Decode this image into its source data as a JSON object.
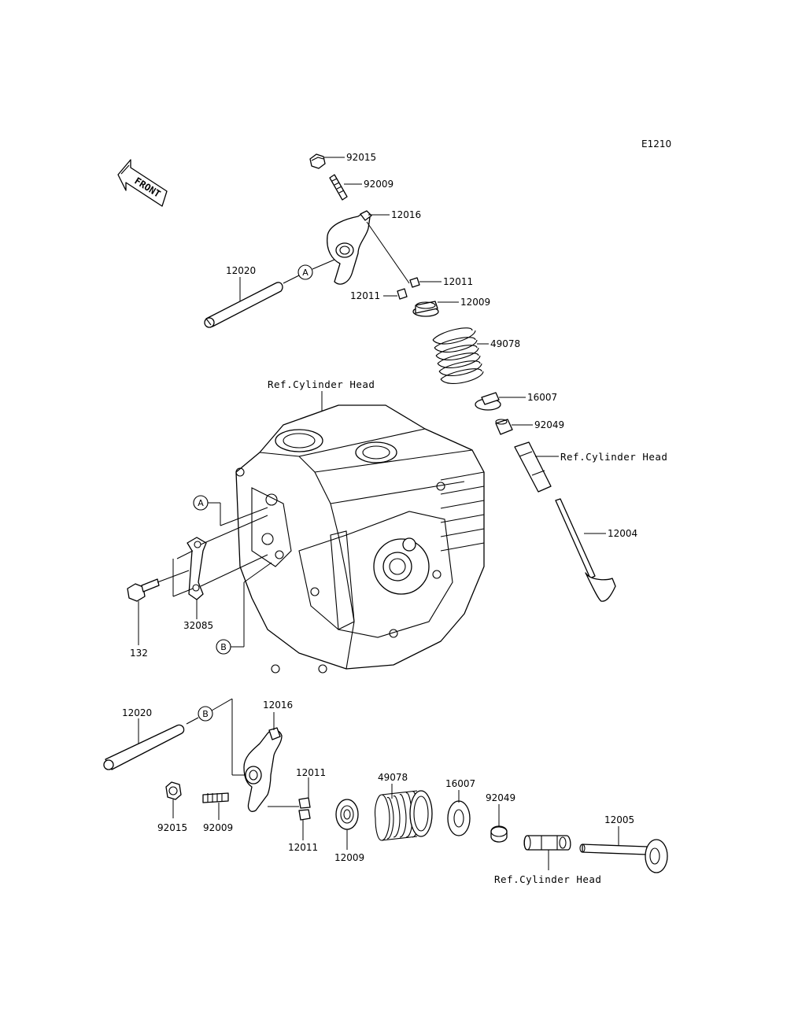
{
  "diagram_code": "E1210",
  "front_arrow_text": "FRONT",
  "callout_markers": {
    "a": "A",
    "b": "B"
  },
  "top_assembly": {
    "labels": {
      "p92015": "92015",
      "p92009": "92009",
      "p12016": "12016",
      "p12020": "12020",
      "p12011_right": "12011",
      "p12011_left": "12011",
      "p12009": "12009",
      "p49078": "49078",
      "p16007": "16007",
      "p92049": "92049",
      "ref_guide": "Ref.Cylinder Head",
      "p12004": "12004"
    }
  },
  "cylinder_head": {
    "ref_label": "Ref.Cylinder Head",
    "labels": {
      "p32085": "32085",
      "p132": "132"
    }
  },
  "bottom_assembly": {
    "labels": {
      "p12020": "12020",
      "p12016": "12016",
      "p12011_top": "12011",
      "p12011_bottom": "12011",
      "p92015": "92015",
      "p92009": "92009",
      "p12009": "12009",
      "p49078": "49078",
      "p16007": "16007",
      "p92049": "92049",
      "p12005": "12005",
      "ref_guide": "Ref.Cylinder Head"
    }
  }
}
